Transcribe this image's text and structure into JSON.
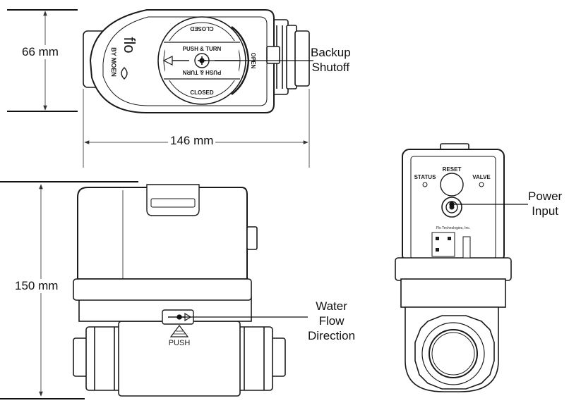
{
  "dimensions": {
    "height_top": "66 mm",
    "width_top": "146 mm",
    "height_side": "150 mm"
  },
  "callouts": {
    "backup_shutoff": [
      "Backup",
      "Shutoff"
    ],
    "power_input": [
      "Power",
      "Input"
    ],
    "water_flow": [
      "Water",
      "Flow",
      "Direction"
    ]
  },
  "top_view": {
    "knob_top": "CLOSED",
    "knob_bottom": "CLOSED",
    "push_turn_1": "PUSH & TURN",
    "push_turn_2": "PUSH & TURN",
    "open": "OPEN",
    "brand": "flo",
    "by_line": "BY MOEN"
  },
  "front_view": {
    "push": "PUSH"
  },
  "end_view": {
    "status": "STATUS",
    "reset": "RESET",
    "valve": "VALVE",
    "maker": "Flo Technologies, Inc."
  },
  "colors": {
    "line": "#1a1a1a",
    "body_fill": "#ffffff",
    "dim_line": "#555555"
  }
}
